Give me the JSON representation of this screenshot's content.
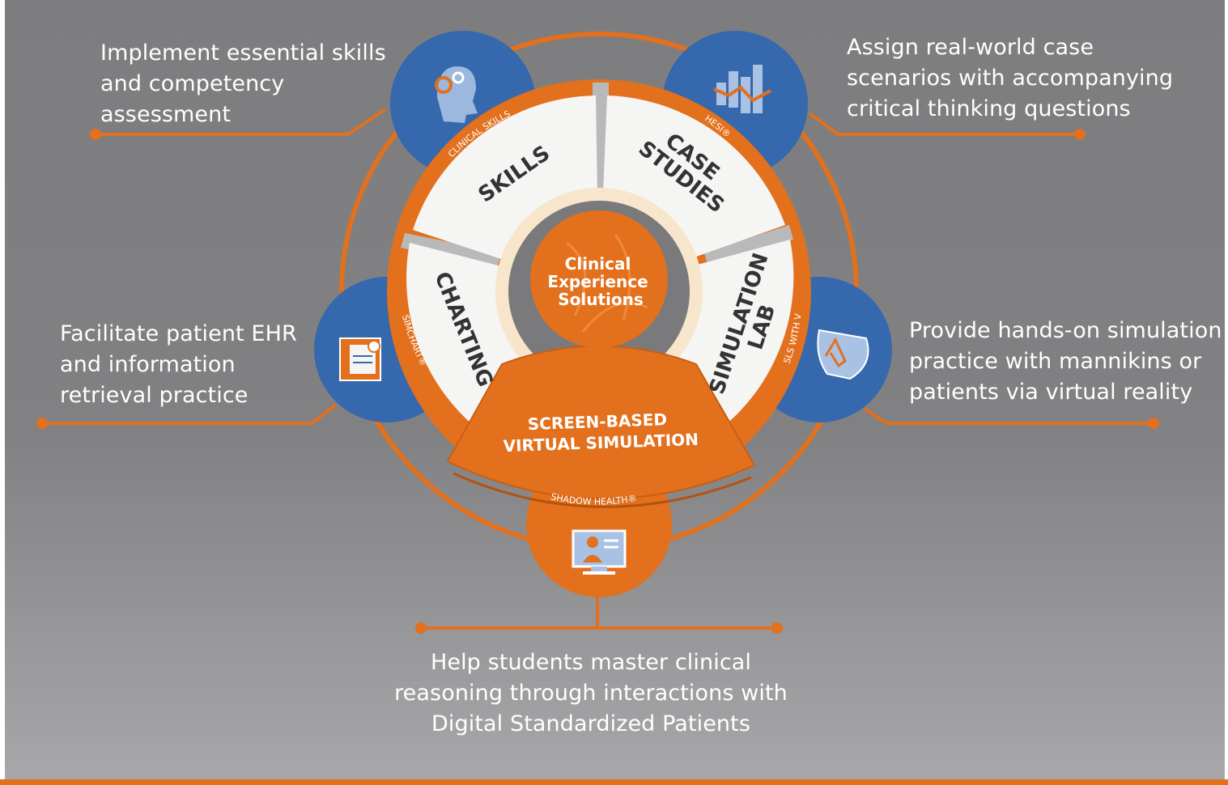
{
  "colors": {
    "orange": "#e2701d",
    "orange_dark": "#c95e14",
    "blue": "#3568ac",
    "segment_white": "#f5f5f4",
    "background": "#818183"
  },
  "center": {
    "line1": "Clinical",
    "line2": "Experience",
    "line3": "Solutions"
  },
  "segments": {
    "skills": {
      "label": "SKILLS",
      "product": "CLINICAL SKILLS",
      "icon": "gear-head-icon"
    },
    "case_studies": {
      "label_line1": "CASE",
      "label_line2": "STUDIES",
      "product": "HESI®",
      "icon": "bar-chart-icon"
    },
    "charting": {
      "label": "CHARTING",
      "product": "SIMCHART®",
      "icon": "medical-chart-icon"
    },
    "simulation_lab": {
      "label_line1": "SIMULATION",
      "label_line2": "LAB",
      "product": "SLS WITH VR",
      "icon": "vr-headset-icon"
    },
    "screen_based": {
      "label_line1": "SCREEN-BASED",
      "label_line2": "VIRTUAL SIMULATION",
      "product": "SHADOW HEALTH®",
      "icon": "computer-user-icon"
    }
  },
  "descriptions": {
    "skills": [
      "Implement essential skills",
      "and competency",
      "assessment"
    ],
    "case_studies": [
      "Assign real-world case",
      "scenarios with accompanying",
      "critical thinking questions"
    ],
    "charting": [
      "Facilitate patient EHR",
      "and information",
      "retrieval practice"
    ],
    "simulation_lab": [
      "Provide hands-on simulation",
      "practice with mannikins or",
      "patients via virtual reality"
    ],
    "screen_based": [
      "Help students master clinical",
      "reasoning through interactions with",
      "Digital Standardized Patients"
    ]
  }
}
